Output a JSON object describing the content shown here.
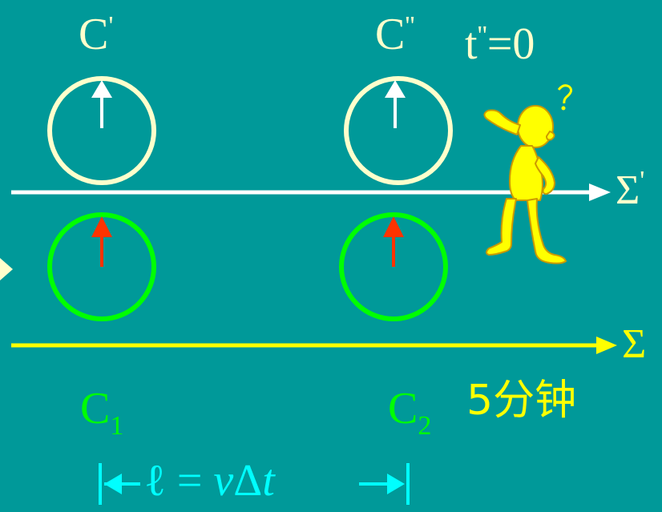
{
  "clocks": {
    "c_prime": {
      "label": "C",
      "mark": "'"
    },
    "c_double_prime": {
      "label": "C",
      "mark": "''"
    },
    "c1": {
      "label": "C",
      "sub": "1"
    },
    "c2": {
      "label": "C",
      "sub": "2"
    }
  },
  "time_note": {
    "t": "t",
    "mark": "''",
    "eq": "=0"
  },
  "axes": {
    "moving_frame": {
      "symbol": "Σ",
      "mark": "'"
    },
    "rest_frame": {
      "symbol": "Σ"
    }
  },
  "duration_label": "5分钟",
  "distance": {
    "ell": "ℓ",
    "eq": " = ",
    "v": "v",
    "delta": "Δ",
    "t": "t"
  },
  "colors": {
    "background": "#009999",
    "moving_clock": "#ffffcc",
    "moving_hand": "#ffffff",
    "rest_clock": "#00ff00",
    "rest_hand": "#ff3300",
    "rest_axis": "#ffff00",
    "distance_marker": "#00ffff",
    "figure": "#ffff00"
  },
  "figure_icon": "thinking-person-icon"
}
